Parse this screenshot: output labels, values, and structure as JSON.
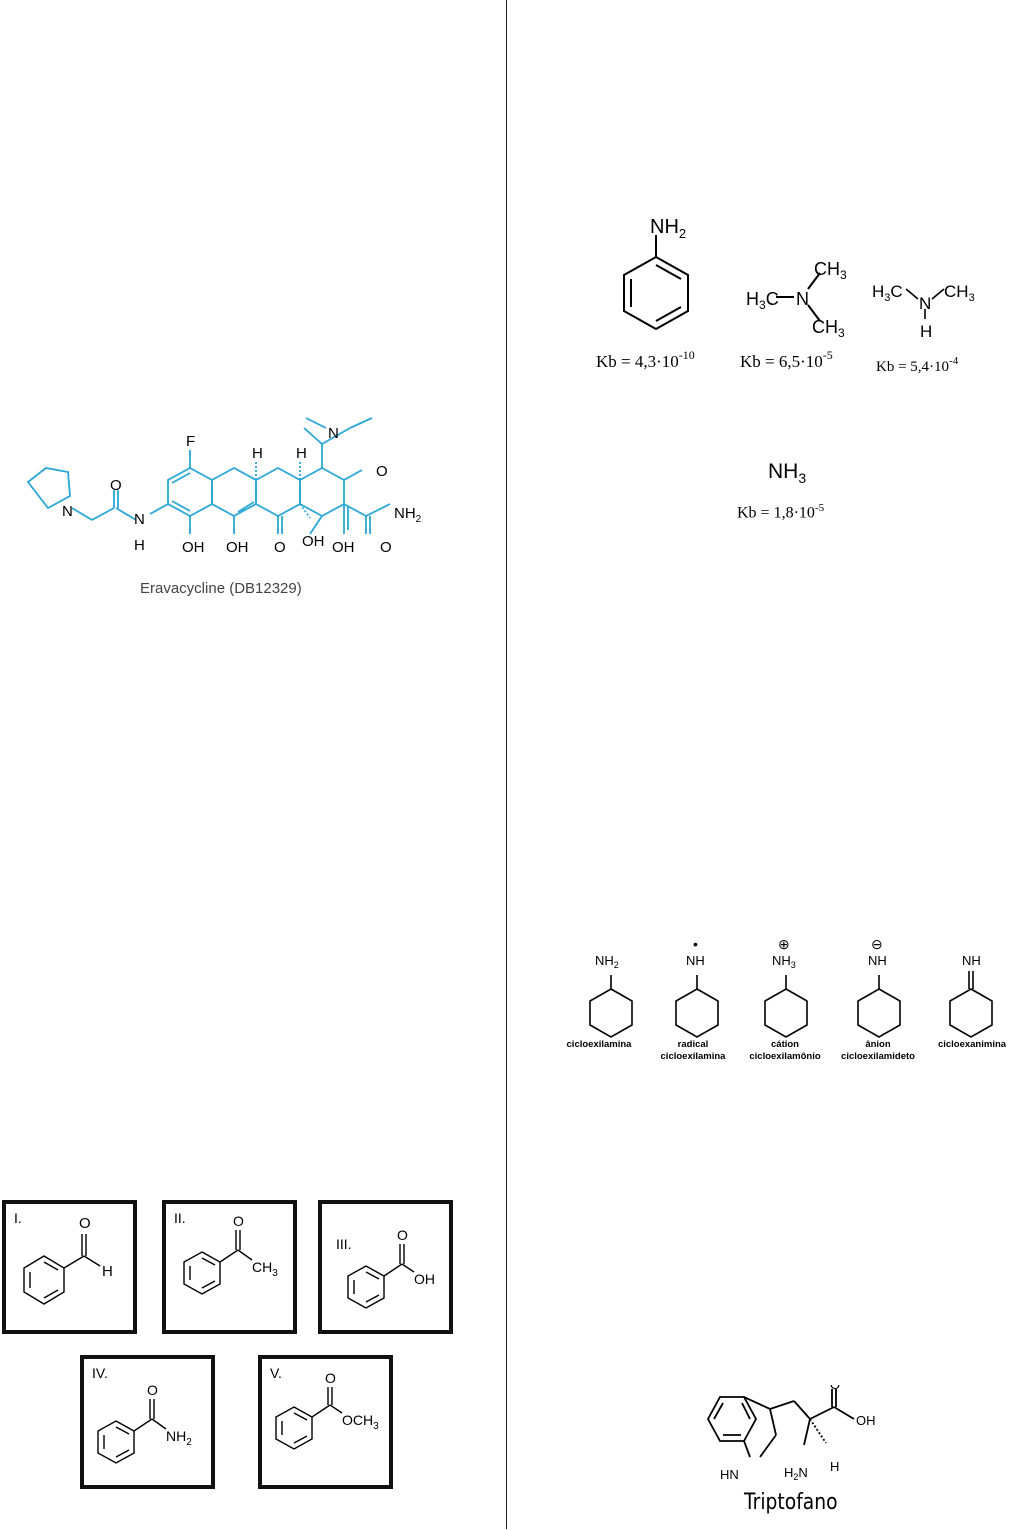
{
  "eravacycline": {
    "caption": "Eravacycline (DB12329)",
    "atoms": {
      "F": "F",
      "H1": "H",
      "H2": "H",
      "N_dimethyl": "N",
      "O_ketone": "O",
      "NH2": "NH",
      "NH2_sub": "2",
      "O_amide_top": "O",
      "N_pyrrolidine": "N",
      "N_amide": "N",
      "H_amide": "H",
      "OH1": "OH",
      "OH2": "OH",
      "O_mid": "O",
      "OH3": "OH",
      "OH4": "OH",
      "O_bottom": "O"
    },
    "color": "#2aa7d6"
  },
  "bases": {
    "aniline": {
      "group": "NH",
      "sub": "2",
      "kb_label": "Kb = 4,3·10",
      "kb_exp": "-10"
    },
    "trimethylamine": {
      "left": "H",
      "left_sub": "3",
      "left_c": "C",
      "n": "N",
      "top": "CH",
      "top_sub": "3",
      "bottom": "CH",
      "bottom_sub": "3",
      "kb_label": "Kb = 6,5·10",
      "kb_exp": "-5"
    },
    "dimethylamine": {
      "left": "H",
      "left_sub": "3",
      "left_c": "C",
      "n": "N",
      "right": "CH",
      "right_sub": "3",
      "h": "H",
      "kb_label": "Kb = 5,4·10",
      "kb_exp": "-4"
    },
    "ammonia": {
      "formula": "NH",
      "sub": "3",
      "kb_label": "Kb = 1,8·10",
      "kb_exp": "-5"
    }
  },
  "cyclohexyl": [
    {
      "group": "NH",
      "sub": "2",
      "mark": "",
      "name_line1": "cicloexilamina",
      "name_line2": ""
    },
    {
      "group": "NH",
      "sub": "",
      "mark": "•",
      "name_line1": "radical",
      "name_line2": "cicloexilamina"
    },
    {
      "group": "NH",
      "sub": "3",
      "mark": "⊕",
      "name_line1": "cátion",
      "name_line2": "cicloexilamônio"
    },
    {
      "group": "NH",
      "sub": "",
      "mark": "⊖",
      "name_line1": "ânion",
      "name_line2": "cicloexilamideto"
    },
    {
      "group": "NH",
      "sub": "",
      "mark": "",
      "name_line1": "cicloexanimina",
      "name_line2": ""
    }
  ],
  "carbonyls": [
    {
      "label": "I.",
      "o": "O",
      "sub": "H",
      "sub_idx": ""
    },
    {
      "label": "II.",
      "o": "O",
      "sub": "CH",
      "sub_idx": "3"
    },
    {
      "label": "III.",
      "o": "O",
      "sub": "OH",
      "sub_idx": ""
    },
    {
      "label": "IV.",
      "o": "O",
      "sub": "NH",
      "sub_idx": "2"
    },
    {
      "label": "V.",
      "o": "O",
      "sub": "OCH",
      "sub_idx": "3"
    }
  ],
  "tryptophan": {
    "caption": "Triptofano",
    "o": "O",
    "oh": "OH",
    "hn": "HN",
    "h2n": "H",
    "h2n_sub": "2",
    "h2n_n": "N",
    "h": "H"
  }
}
